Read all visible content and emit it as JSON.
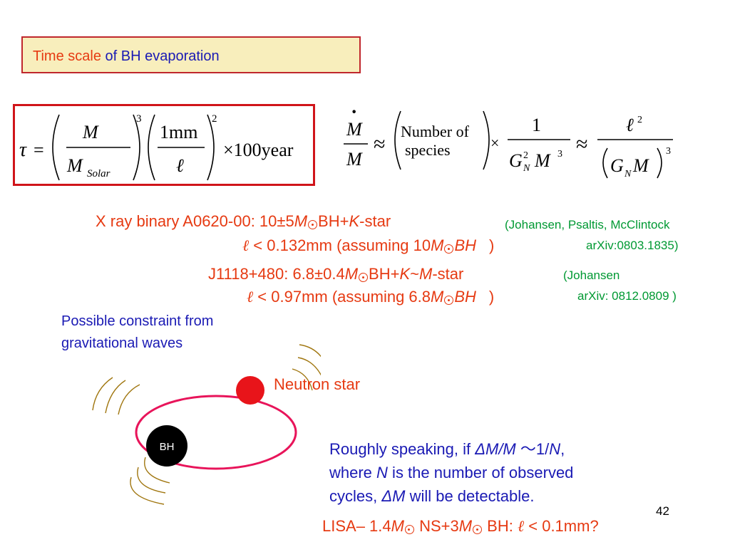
{
  "slide": {
    "title_part1": "Time scale",
    "title_part2": "of BH evaporation",
    "page_number": "42"
  },
  "formula_lifetime": {
    "tau": "τ",
    "equals": "=",
    "M": "M",
    "M_solar": "M",
    "solar_sub": "Solar",
    "exp3": "3",
    "mm": "1mm",
    "ell": "ℓ",
    "exp2": "2",
    "times_year": "×100year"
  },
  "formula_rate": {
    "Mdot": "M",
    "dot": "·",
    "M": "M",
    "approx1": "≈",
    "number_of": "Number of",
    "species": "species",
    "times": "×",
    "one": "1",
    "G": "G",
    "N_sub": "N",
    "sq": "2",
    "M2": "M",
    "cube": "3",
    "approx2": "≈",
    "ell": "ℓ",
    "ell_sq": "2",
    "G2": "G",
    "N_sub2": "N",
    "M3": "M",
    "cube2": "3"
  },
  "binaries": {
    "a0620_prefix": "X ray binary A0620-00: 10±5",
    "a0620_M": "M",
    "a0620_suffix_bh": "BH+",
    "a0620_K": "K",
    "a0620_star": "-star",
    "a0620_ref1": "(Johansen, Psaltis, McClintock",
    "a0620_ref2": "arXiv:0803.1835)",
    "a0620_ell": "ℓ",
    "a0620_limit": " < 0.132mm (assuming 10",
    "a0620_M2": "M",
    "a0620_BH": "BH",
    "a0620_close": ")",
    "j1118_prefix": "J1118+480: 6.8±0.4",
    "j1118_M": "M",
    "j1118_bh": "BH+",
    "j1118_K": "K",
    "j1118_tilde": "~",
    "j1118_M2": "M",
    "j1118_star": "-star",
    "j1118_ref1": "(Johansen",
    "j1118_ref2": "arXiv: 0812.0809 )",
    "j1118_ell": "ℓ",
    "j1118_limit": " < 0.97mm (assuming 6.8",
    "j1118_M3": "M",
    "j1118_BH": "BH",
    "j1118_close": ")"
  },
  "gw": {
    "heading_line1": "Possible constraint from",
    "heading_line2": "gravitational waves",
    "neutron_star_label": "Neutron star",
    "bh_label": "BH",
    "rough_line1_a": "Roughly speaking, if ",
    "rough_delta": "ΔM/M",
    "rough_line1_b": " ～1/",
    "rough_N": "N",
    "rough_comma": ",",
    "rough_line2_a": "where ",
    "rough_line2_N": "N",
    "rough_line2_b": " is the number of observed",
    "rough_line3_a": "cycles, ",
    "rough_line3_delta": "ΔM",
    "rough_line3_b": " will be detectable.",
    "lisa_a": "LISA– 1.4",
    "lisa_M1": "M",
    "lisa_b": " NS+3",
    "lisa_M2": "M",
    "lisa_c": " BH:  ",
    "lisa_ell": "ℓ",
    "lisa_d": " < 0.1mm?"
  },
  "colors": {
    "title_bg": "#f8eebc",
    "title_border": "#c0272d",
    "red_text": "#e63a12",
    "green_text": "#009933",
    "blue_text": "#1a1ab4",
    "neutron_star": "#e8141a",
    "orbit": "#e8145a",
    "black_hole": "#000000",
    "waves": "#a0760f"
  }
}
